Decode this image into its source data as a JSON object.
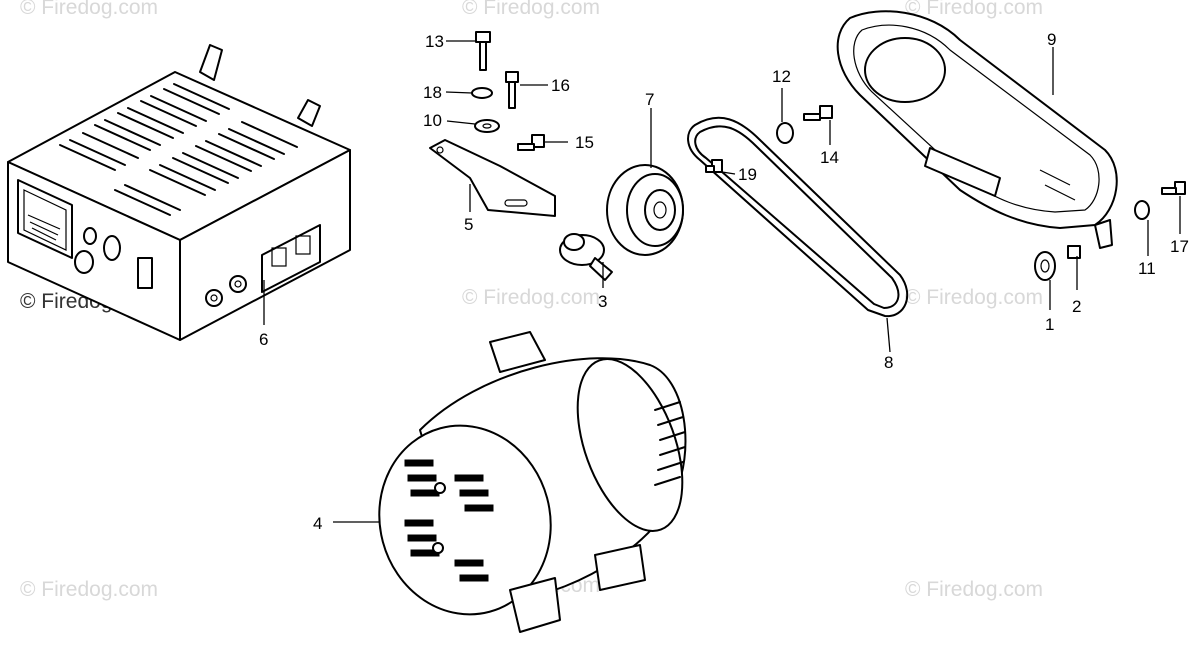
{
  "watermarks": [
    "© Firedog.com",
    "© Firedog.com",
    "© Firedog.com",
    "© Firedog.com",
    "© Firedog.com",
    "© Firedog.com",
    "© Firedog.com",
    "© Firedog.com",
    "© Firedog.com"
  ],
  "parts": [
    {
      "id": "1",
      "label": "1"
    },
    {
      "id": "2",
      "label": "2"
    },
    {
      "id": "3",
      "label": "3"
    },
    {
      "id": "4",
      "label": "4"
    },
    {
      "id": "5",
      "label": "5"
    },
    {
      "id": "6",
      "label": "6"
    },
    {
      "id": "7",
      "label": "7"
    },
    {
      "id": "8",
      "label": "8"
    },
    {
      "id": "9",
      "label": "9"
    },
    {
      "id": "10",
      "label": "10"
    },
    {
      "id": "11",
      "label": "11"
    },
    {
      "id": "12",
      "label": "12"
    },
    {
      "id": "13",
      "label": "13"
    },
    {
      "id": "14",
      "label": "14"
    },
    {
      "id": "15",
      "label": "15"
    },
    {
      "id": "16",
      "label": "16"
    },
    {
      "id": "17",
      "label": "17"
    },
    {
      "id": "18",
      "label": "18"
    },
    {
      "id": "19",
      "label": "19"
    }
  ]
}
